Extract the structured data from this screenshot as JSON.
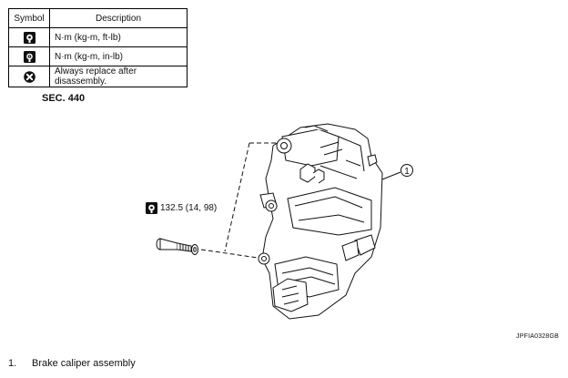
{
  "legend": {
    "header_symbol": "Symbol",
    "header_description": "Description",
    "rows": [
      {
        "icon": "torque-wrench-icon",
        "text": "N·m (kg-m, ft-lb)"
      },
      {
        "icon": "torque-wrench-small-icon",
        "text": "N·m (kg-m, in-lb)"
      },
      {
        "icon": "replace-after-disassembly-icon",
        "text": "Always replace after disassembly."
      }
    ]
  },
  "section": "SEC. 440",
  "torque_callout": {
    "icon": "torque-wrench-icon",
    "text": "132.5 (14, 98)"
  },
  "item_marker": "1",
  "figure_id": "JPFIA0328GB",
  "parts": [
    {
      "number": "1.",
      "name": "Brake caliper assembly"
    }
  ]
}
